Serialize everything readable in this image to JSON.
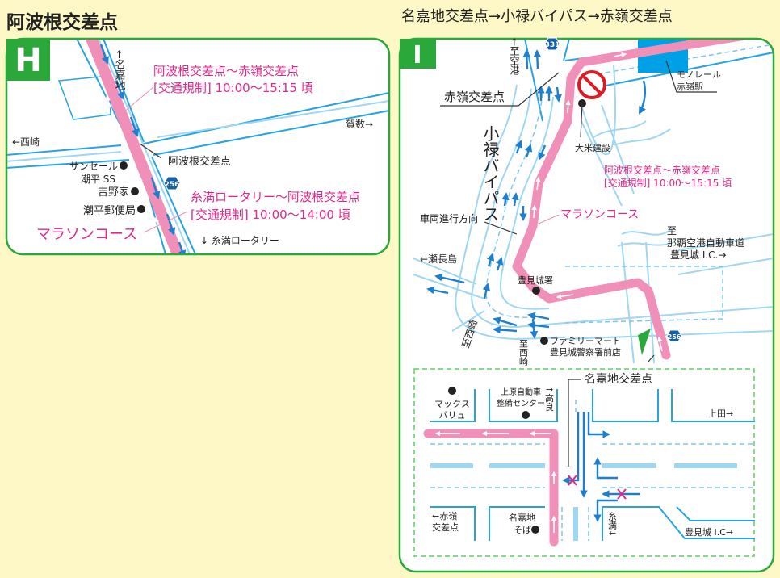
{
  "titles": {
    "left": "阿波根交差点",
    "right": "名嘉地交差点→小禄バイパス→赤嶺交差点"
  },
  "panel_h": {
    "badge": "H",
    "north_label": "←名嘉地",
    "reg1_title": "阿波根交差点～赤嶺交差点",
    "reg1_time": "[交通規制] 10:00～15:15 頃",
    "east_label": "賀数→",
    "west_label": "←西崎",
    "intersection": "阿波根交差点",
    "landmarks": [
      "サンセール",
      "潮平 SS",
      "吉野家",
      "潮平郵便局"
    ],
    "route_badge": "256",
    "reg2_title": "糸満ロータリー～阿波根交差点",
    "reg2_time": "[交通規制]  10:00～14:00 頃",
    "course_label": "マラソンコース",
    "south_label": "↓ 糸満ロータリー"
  },
  "panel_i": {
    "badge": "I",
    "route_badge_top": "331",
    "route_badge_bottom": "256",
    "to_airport": "←至空港",
    "akamine_intersection": "赤嶺交差点",
    "monorail_line1": "モノレール",
    "monorail_line2": "赤嶺駅",
    "daibei": "大米建設",
    "bypass": "小禄バイパス",
    "reg_title": "阿波根交差点～赤嶺交差点",
    "reg_time": "[交通規制]  10:00～15:15 頃",
    "direction": "車両進行方向",
    "course_label": "マラソンコース",
    "expressway_1": "至",
    "expressway_2": "那覇空港自動車道",
    "expressway_3": "豊見城 I.C.→",
    "senaga": "←瀬長島",
    "police": "豊見城署",
    "nishizaki_1": "至西崎",
    "nishizaki_2": "至西崎",
    "familymart_1": "ファミリーマート",
    "familymart_2": "豊見城警察署前店",
    "inset": {
      "intersection": "名嘉地交差点",
      "maxvalu_1": "マックス",
      "maxvalu_2": "バリュ",
      "uehara_1": "上原自動車",
      "uehara_2": "整備センター",
      "takara": "↑高良",
      "ueta": "上田→",
      "akamine_1": "←赤嶺",
      "akamine_2": "交差点",
      "nakachi_1": "名嘉地",
      "nakachi_2": "そば",
      "itoman": "糸満↓",
      "tomigusuku": "豊見城 I.C→"
    }
  },
  "colors": {
    "green": "#2aa83a",
    "pink": "#e4268a",
    "road": "#27a3e2"
  }
}
